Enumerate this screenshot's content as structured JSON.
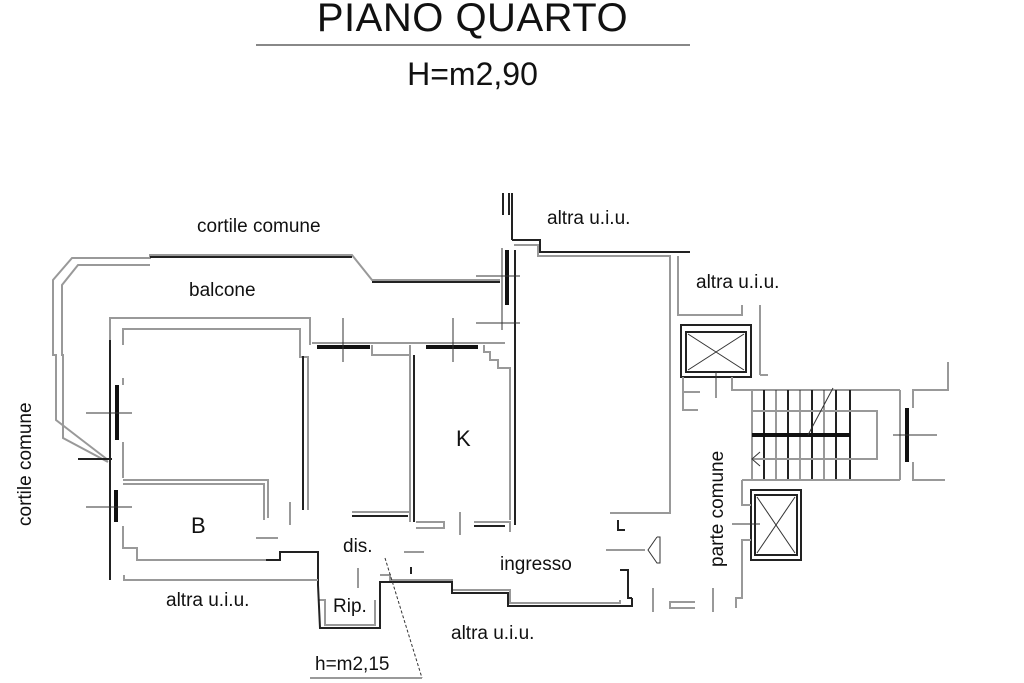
{
  "header": {
    "title": "PIANO QUARTO",
    "height_label": "H=m2,90"
  },
  "labels": {
    "cortile_top": "cortile comune",
    "cortile_left": "cortile comune",
    "balcone": "balcone",
    "altra_top": "altra u.i.u.",
    "altra_right": "altra u.i.u.",
    "altra_bottom_left": "altra u.i.u.",
    "altra_bottom_center": "altra u.i.u.",
    "room_k": "K",
    "room_b": "B",
    "dis": "dis.",
    "rip": "Rip.",
    "ingresso": "ingresso",
    "parte_comune": "parte comune",
    "rip_height": "h=m2,15"
  },
  "colors": {
    "wall_dark": "#222222",
    "wall_gray": "#999999",
    "background": "#ffffff"
  }
}
